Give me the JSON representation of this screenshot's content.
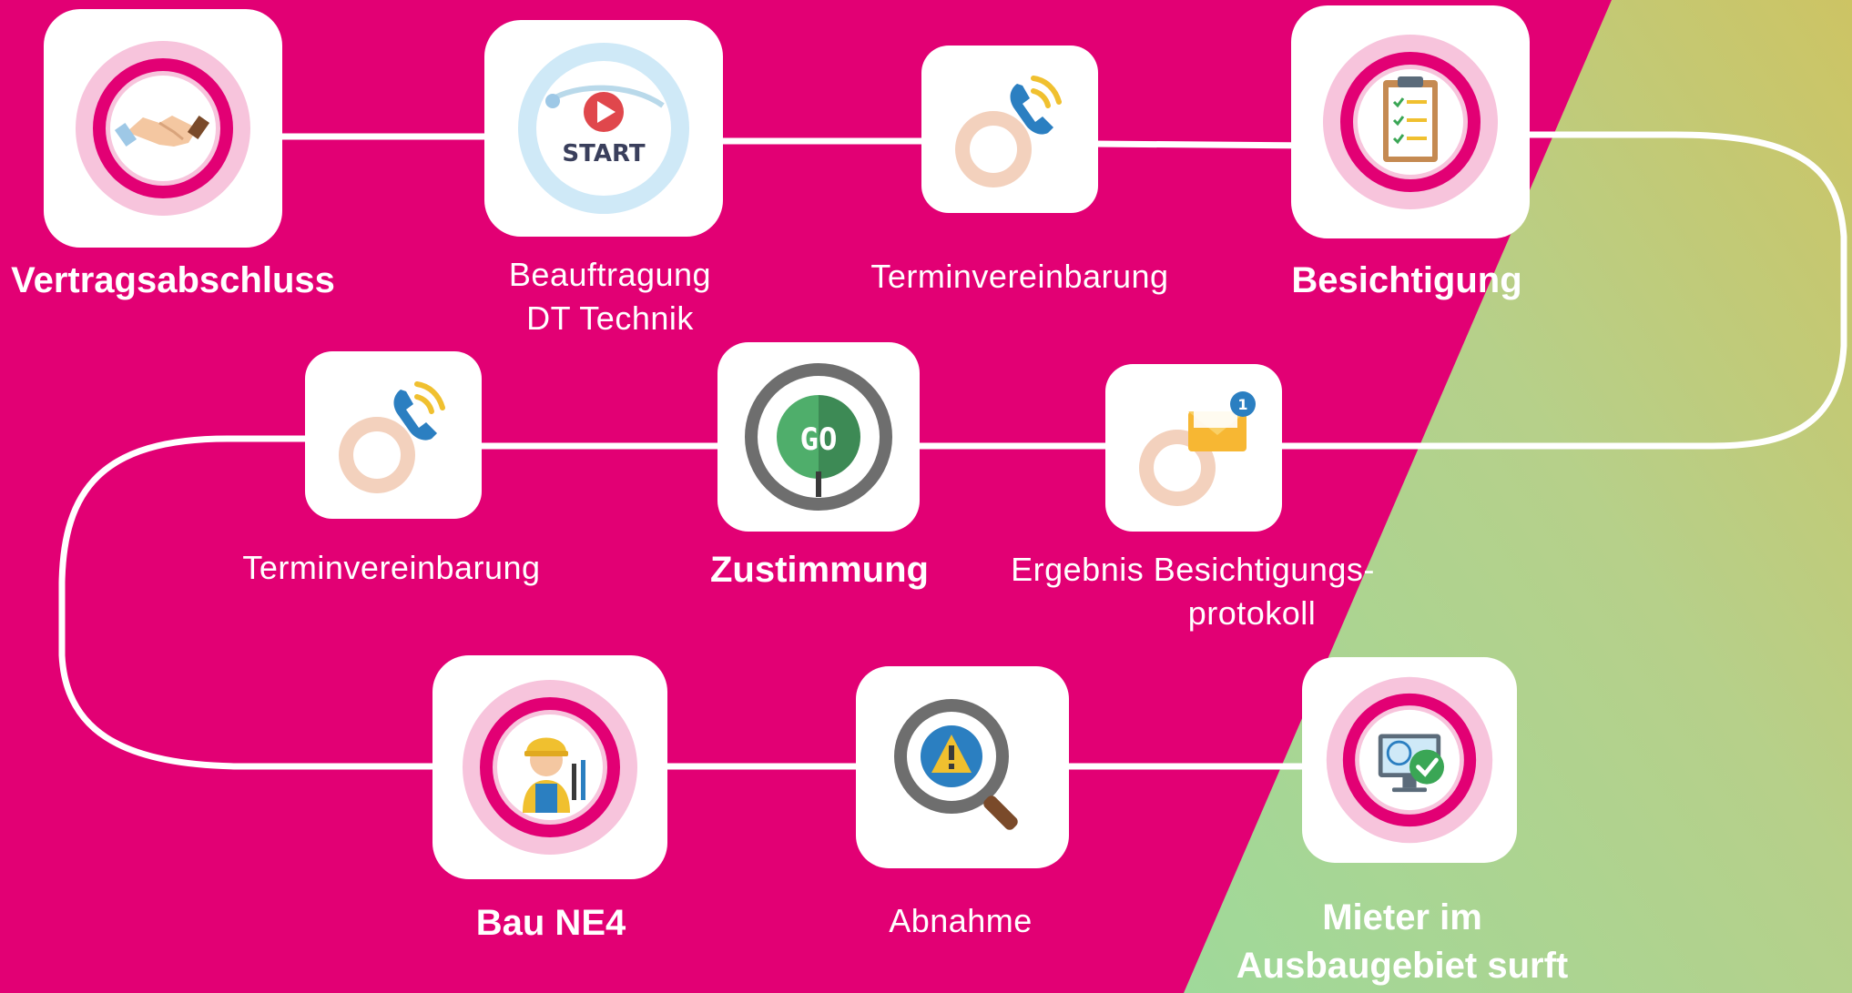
{
  "colors": {
    "magenta": "#e20074",
    "green_light": "#9fd99a",
    "olive": "#c9c467",
    "white": "#ffffff"
  },
  "steps": [
    {
      "label": "Vertragsabschluss",
      "bold": true,
      "icon": "handshake-icon"
    },
    {
      "label_line1": "Beauftragung",
      "label_line2": "DT Technik",
      "bold": false,
      "icon": "start-icon"
    },
    {
      "label": "Terminvereinbarung",
      "bold": false,
      "icon": "phone-icon"
    },
    {
      "label": "Besichtigung",
      "bold": true,
      "icon": "clipboard-checklist-icon"
    },
    {
      "label_line1": "Ergebnis Besichtigungs-",
      "label_line2": "protokoll",
      "bold": false,
      "icon": "mail-notification-icon"
    },
    {
      "label": "Zustimmung",
      "bold": true,
      "icon": "go-sign-icon"
    },
    {
      "label": "Terminvereinbarung",
      "bold": false,
      "icon": "phone-icon"
    },
    {
      "label": "Bau NE4",
      "bold": true,
      "icon": "construction-worker-icon"
    },
    {
      "label": "Abnahme",
      "bold": false,
      "icon": "inspection-magnifier-icon"
    },
    {
      "label_line1": "Mieter im",
      "label_line2": "Ausbaugebiet surft",
      "bold": true,
      "icon": "computer-check-icon"
    }
  ],
  "icons": {
    "start_text": "START",
    "go_text": "GO",
    "mail_badge": "1"
  }
}
